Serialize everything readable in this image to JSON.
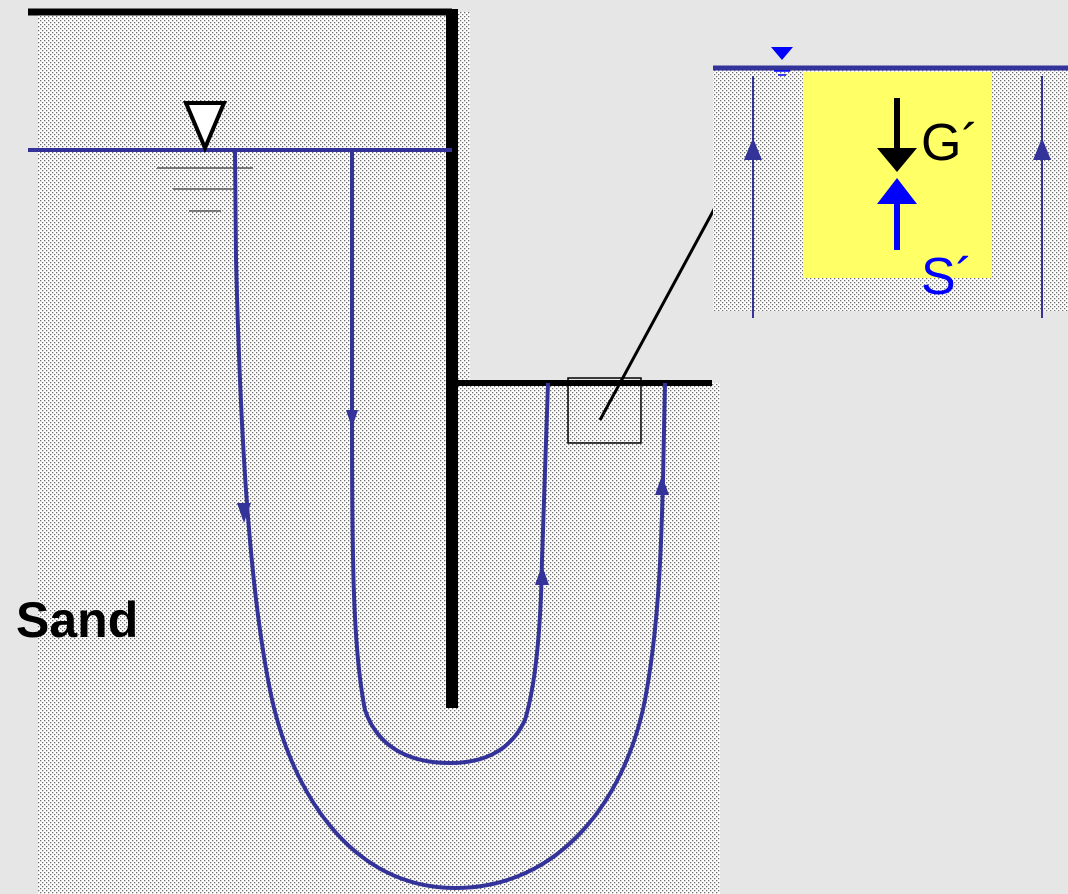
{
  "labels": {
    "soil": "Sand",
    "weight_force": "G´",
    "seepage_force": "S´"
  },
  "icons": {
    "water_level_main": "triangle-down-water-level-icon",
    "water_level_detail": "triangle-down-water-level-icon"
  },
  "colors": {
    "background": "#e6e6e6",
    "soil_fill": "#ffffff",
    "soil_dots": "#6e6e6e",
    "wall": "#000000",
    "water_line": "#33339a",
    "flow_line": "#33339a",
    "detail_highlight": "#ffff66",
    "weight_arrow": "#000000",
    "seepage_arrow": "#0000ff",
    "seepage_text": "#0000ff",
    "water_marker": "#0000ff"
  }
}
